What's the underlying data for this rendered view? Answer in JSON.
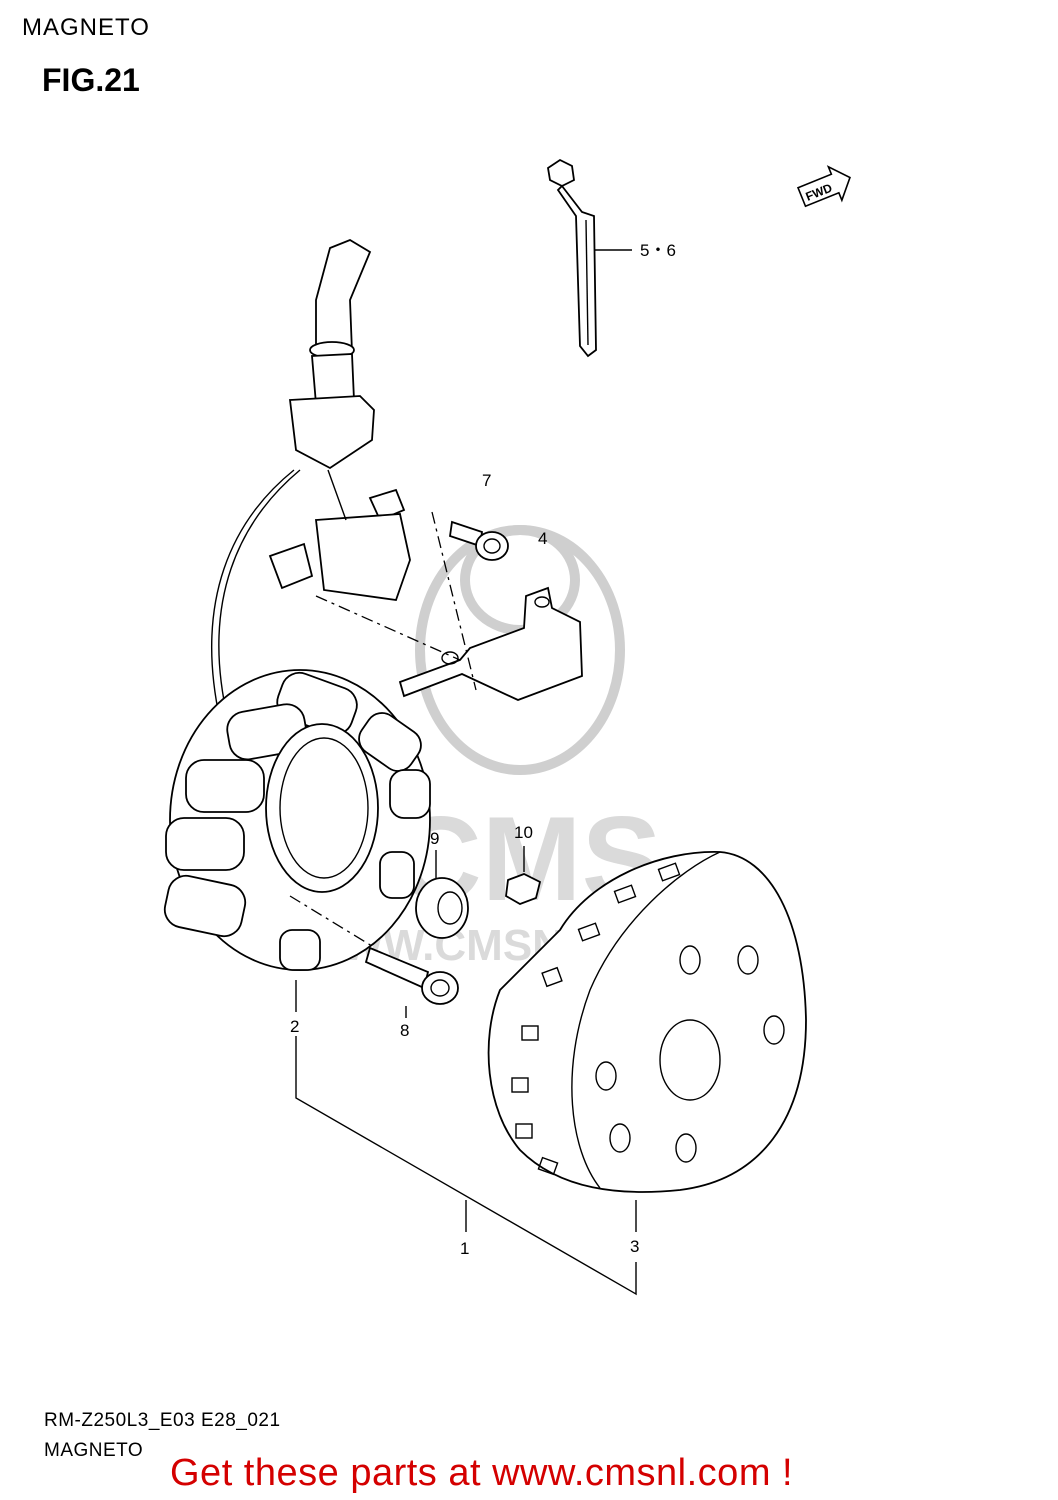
{
  "page": {
    "title": "MAGNETO",
    "figure": "FIG.21",
    "footer_code": "RM-Z250L3_E03 E28_021",
    "footer_name": "MAGNETO",
    "cta": "Get these parts at www.cmsnl.com !"
  },
  "watermark": {
    "brand": "CMS",
    "url": "WWW.CMSNL.COM"
  },
  "direction_badge": "FWD",
  "callouts": [
    {
      "id": "1",
      "label": "1"
    },
    {
      "id": "2",
      "label": "2"
    },
    {
      "id": "3",
      "label": "3"
    },
    {
      "id": "4",
      "label": "4"
    },
    {
      "id": "5-6",
      "label": "5・6"
    },
    {
      "id": "7",
      "label": "7"
    },
    {
      "id": "8",
      "label": "8"
    },
    {
      "id": "9",
      "label": "9"
    },
    {
      "id": "10",
      "label": "10"
    }
  ]
}
